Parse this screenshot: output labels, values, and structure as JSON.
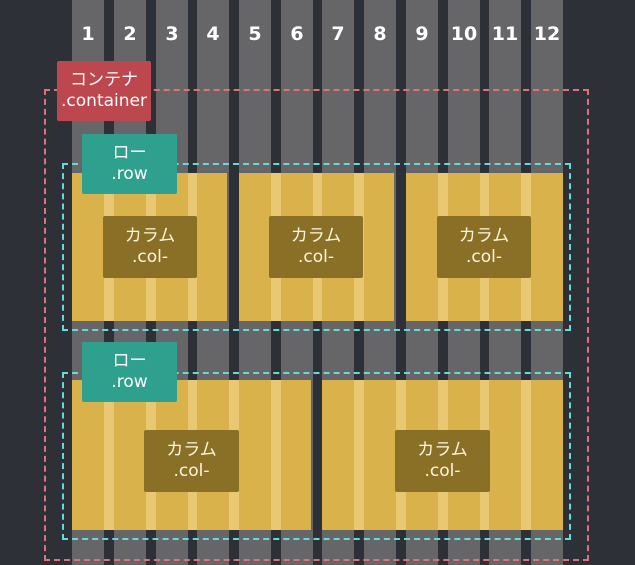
{
  "grid": {
    "columns": [
      "1",
      "2",
      "3",
      "4",
      "5",
      "6",
      "7",
      "8",
      "9",
      "10",
      "11",
      "12"
    ]
  },
  "container": {
    "label_jp": "コンテナ",
    "label_class": ".container"
  },
  "rows": [
    {
      "label_jp": "ロー",
      "label_class": ".row",
      "cols": [
        {
          "label_jp": "カラム",
          "label_class": ".col-",
          "span": 4
        },
        {
          "label_jp": "カラム",
          "label_class": ".col-",
          "span": 4
        },
        {
          "label_jp": "カラム",
          "label_class": ".col-",
          "span": 4
        }
      ]
    },
    {
      "label_jp": "ロー",
      "label_class": ".row",
      "cols": [
        {
          "label_jp": "カラム",
          "label_class": ".col-",
          "span": 6
        },
        {
          "label_jp": "カラム",
          "label_class": ".col-",
          "span": 6
        }
      ]
    }
  ],
  "colors": {
    "background": "#2d3037",
    "grid_column": "#666669",
    "col_block": "#e8c872",
    "col_block_stripe": "#d9b24b",
    "container_accent": "#bd474f",
    "container_border": "#e07277",
    "row_accent": "#2fa08e",
    "row_border": "#67d9d6",
    "col_tag": "#8a6f26"
  }
}
